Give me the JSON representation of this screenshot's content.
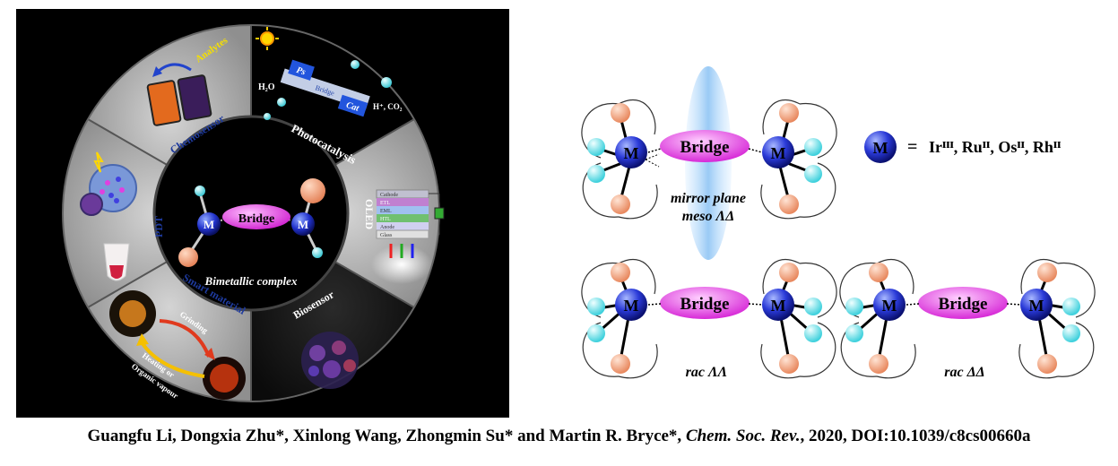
{
  "wheel": {
    "center_label": "Bimetallic complex",
    "bridge": "Bridge",
    "metal": "M",
    "sectors": {
      "photocatalysis": "Photocatalysis",
      "oled": "OLED",
      "biosensor": "Biosensor",
      "smart_material": "Smart material",
      "pdt": "PDT",
      "chemosensor": "Chemosensor"
    },
    "photocat": {
      "ps": "Ps",
      "bridge": "Bridge",
      "cat": "Cat",
      "water": "H₂O",
      "products": "H⁺, CO₂"
    },
    "chemo": {
      "analytes": "Analytes"
    },
    "smart": {
      "grinding": "Grinding",
      "heating": "Heating or",
      "vapour": "Organic vapour"
    },
    "oled_layers": [
      "Cathode",
      "ETL",
      "EML",
      "HTL",
      "Anode",
      "Glass"
    ]
  },
  "right": {
    "bridge": "Bridge",
    "metal": "M",
    "legend": {
      "equals": "=",
      "list": "Irᴵᴵᴵ, Ruᴵᴵ, Osᴵᴵ, Rhᴵᴵ"
    },
    "mirror_plane": "mirror plane",
    "meso": "meso ΛΔ",
    "rac_ll": "rac ΛΛ",
    "rac_dd": "rac ΔΔ"
  },
  "caption": {
    "authors": "Guangfu Li, Dongxia Zhu*, Xinlong Wang, Zhongmin Su* and Martin R. Bryce*, ",
    "journal": "Chem. Soc. Rev.",
    "rest": ", 2020, DOI:10.1039/c8cs00660a"
  }
}
